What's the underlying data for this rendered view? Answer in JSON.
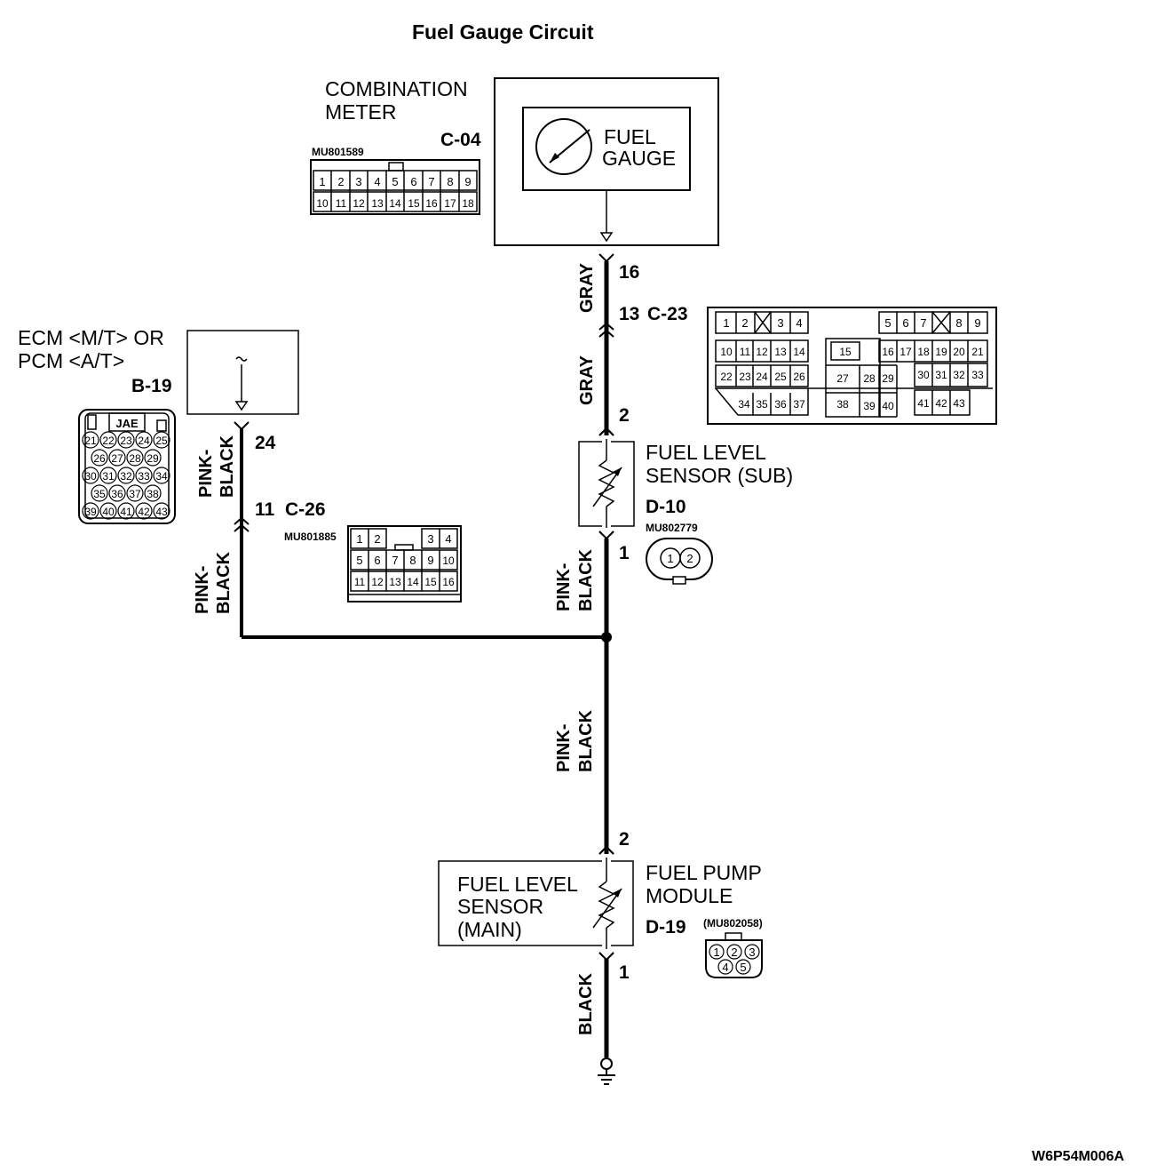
{
  "title": "Fuel Gauge Circuit",
  "footer_code": "W6P54M006A",
  "combination_meter": {
    "label_line1": "COMBINATION",
    "label_line2": "METER",
    "connector_id": "C-04",
    "part_number": "MU801589",
    "gauge_line1": "FUEL",
    "gauge_line2": "GAUGE",
    "pins_row1": [
      "1",
      "2",
      "3",
      "4",
      "5",
      "6",
      "7",
      "8",
      "9"
    ],
    "pins_row2": [
      "10",
      "11",
      "12",
      "13",
      "14",
      "15",
      "16",
      "17",
      "18"
    ]
  },
  "ecm": {
    "label_line1": "ECM <M/T> OR",
    "label_line2": "PCM <A/T>",
    "connector_id": "B-19",
    "brand": "JAE",
    "pins_row1": [
      "21",
      "22",
      "23",
      "24",
      "25"
    ],
    "pins_row2": [
      "26",
      "27",
      "28",
      "29"
    ],
    "pins_row3": [
      "30",
      "31",
      "32",
      "33",
      "34"
    ],
    "pins_row4": [
      "35",
      "36",
      "37",
      "38"
    ],
    "pins_row5": [
      "39",
      "40",
      "41",
      "42",
      "43"
    ]
  },
  "connector_c23": {
    "pin": "13",
    "connector_id": "C-23",
    "pins_row1": [
      "1",
      "2",
      "3",
      "4",
      "5",
      "6",
      "7",
      "8",
      "9"
    ],
    "pins_row2": [
      "10",
      "11",
      "12",
      "13",
      "14",
      "15",
      "16",
      "17",
      "18",
      "19",
      "20",
      "21"
    ],
    "pins_row3": [
      "22",
      "23",
      "24",
      "25",
      "26",
      "27",
      "28",
      "29",
      "30",
      "31",
      "32",
      "33"
    ],
    "pins_row4": [
      "34",
      "35",
      "36",
      "37",
      "38",
      "39",
      "40",
      "41",
      "42",
      "43"
    ]
  },
  "connector_c26": {
    "pin": "11",
    "connector_id": "C-26",
    "part_number": "MU801885",
    "pins_row1": [
      "1",
      "2",
      "3",
      "4"
    ],
    "pins_row2": [
      "5",
      "6",
      "7",
      "8",
      "9",
      "10"
    ],
    "pins_row3": [
      "11",
      "12",
      "13",
      "14",
      "15",
      "16"
    ]
  },
  "sensor_sub": {
    "label_line1": "FUEL LEVEL",
    "label_line2": "SENSOR (SUB)",
    "connector_id": "D-10",
    "part_number": "MU802779",
    "pin_top": "2",
    "pin_bottom": "1",
    "pins": [
      "1",
      "2"
    ]
  },
  "sensor_main": {
    "label_line1": "FUEL LEVEL",
    "label_line2": "SENSOR",
    "label_line3": "(MAIN)",
    "module_line1": "FUEL PUMP",
    "module_line2": "MODULE",
    "connector_id": "D-19",
    "part_number": "(MU802058)",
    "pin_top": "2",
    "pin_bottom": "1",
    "pins": [
      "1",
      "2",
      "3",
      "4",
      "5"
    ]
  },
  "pins": {
    "meter_out": "16",
    "ecm_out": "24"
  },
  "wires": {
    "gray": "GRAY",
    "pink_black_1": "PINK-",
    "pink_black_2": "BLACK",
    "black": "BLACK"
  }
}
